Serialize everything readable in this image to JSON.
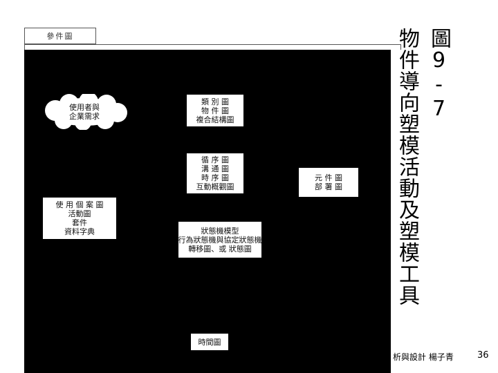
{
  "tag": {
    "label": "參件圖"
  },
  "title": {
    "line1": "圖9-7",
    "line2": "物件導向塑模活動及塑模工具"
  },
  "diagram": {
    "cloud": {
      "lines": [
        "使用者與",
        "企業需求"
      ]
    },
    "box_top_center": {
      "lines": [
        "類 別 圖",
        "物 件 圖",
        "複合結構圖"
      ]
    },
    "box_mid_center": {
      "lines": [
        "循 序 圖",
        "溝 通 圖",
        "時 序 圖",
        "互動概觀圖"
      ]
    },
    "box_right": {
      "lines": [
        "元 件 圖",
        "部 署 圖"
      ]
    },
    "box_left": {
      "lines": [
        "使 用 個 案 圖",
        "活動圖",
        "套件",
        "資料字典"
      ]
    },
    "box_lower_center": {
      "lines": [
        "狀態機模型",
        "行為狀態機與協定狀態機",
        "轉移圖、或 狀態圖"
      ]
    },
    "box_bottom": {
      "lines": [
        "時間圖"
      ]
    }
  },
  "footer": {
    "text": "析與設計 楊子青",
    "page": "36"
  }
}
